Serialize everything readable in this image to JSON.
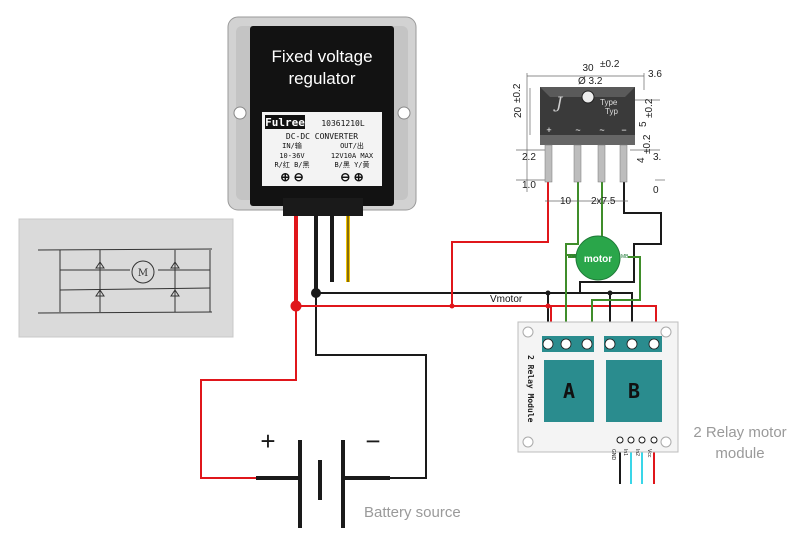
{
  "regulator": {
    "title_line1": "Fixed voltage",
    "title_line2": "regulator",
    "brand": "Fulree",
    "model": "10361210L",
    "type": "DC-DC CONVERTER",
    "in_hdr": "IN/输",
    "out_hdr": "OUT/出",
    "in_spec": "10-36V",
    "out_spec": "12V10A MAX",
    "in_wires": "R/红 B/黑",
    "out_wires": "B/黑 Y/黄",
    "in_symbols": "⊕ ⊖",
    "out_symbols": "⊖ ⊕"
  },
  "bridge": {
    "dim_width": "30",
    "dim_width_tol": "±0.2",
    "dim_3_6": "3.6",
    "hole": "Ø 3.2",
    "type_label": "Type",
    "typ_label": "Typ",
    "dim_20": "20",
    "dim_20_tol": "±0.2",
    "dim_5": "5",
    "dim_5_tol": "±0.2",
    "dim_2_2": "2.2",
    "dim_4": "4",
    "dim_4_tol": "±0.2",
    "dim_3": "3.",
    "dim_1_0": "1.0",
    "dim_10": "10",
    "dim_2x7_5": "2x7.5",
    "dim_0": "0",
    "pins": [
      "+",
      "~",
      "~",
      "−"
    ]
  },
  "motor": {
    "label": "motor",
    "pin_left": "0A",
    "pin_right": "MB"
  },
  "wires": {
    "vmotor": "Vmotor"
  },
  "relay": {
    "module_text": "2 Relay Module",
    "relay_a": "A",
    "relay_b": "B",
    "pins": [
      "GND",
      "In1",
      "In2",
      "Vcc"
    ],
    "caption_line1": "2 Relay motor",
    "caption_line2": "module"
  },
  "battery": {
    "plus": "+",
    "minus": "−",
    "caption": "Battery source"
  },
  "sketch": {
    "motor_symbol": "M"
  },
  "colors": {
    "red": "#e0161b",
    "black": "#1a1a1a",
    "yellow": "#f2c200",
    "green": "#3f8d2a",
    "relay_teal": "#2a8c8e",
    "motor_green": "#2aa64a",
    "cyan": "#3ad6e8"
  }
}
